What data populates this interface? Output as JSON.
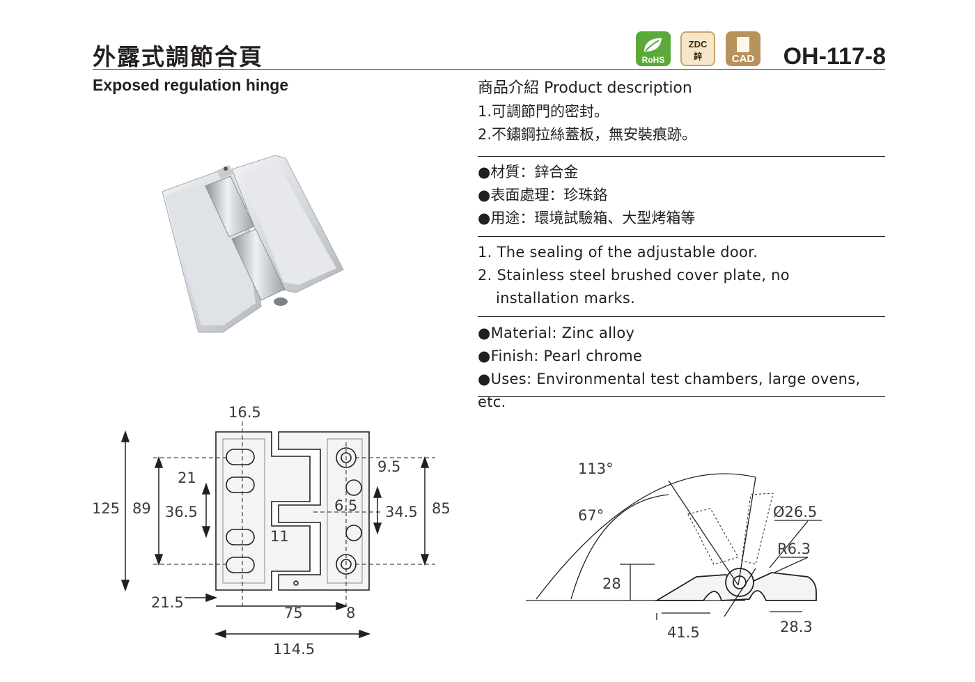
{
  "header": {
    "title_zh": "外露式調節合頁",
    "title_en": "Exposed regulation hinge",
    "product_code": "OH-117-8",
    "badges": {
      "rohs": "RoHS",
      "zdc_line1": "ZDC",
      "zdc_line2": "鋅",
      "cad": "CAD"
    }
  },
  "description": {
    "heading": "商品介紹 Product description",
    "zh_features": [
      "1.可調節門的密封。",
      "2.不鏽鋼拉絲蓋板，無安裝痕跡。"
    ],
    "zh_specs": [
      "●材質：鋅合金",
      "●表面處理：珍珠鉻",
      "●用途：環境試驗箱、大型烤箱等"
    ],
    "en_features": [
      "1. The sealing of the adjustable door.",
      "2. Stainless steel brushed cover plate, no",
      "installation marks."
    ],
    "en_specs": [
      "●Material: Zinc alloy",
      "●Finish: Pearl chrome",
      "●Uses: Environmental test chambers, large ovens, etc."
    ]
  },
  "front_drawing": {
    "dims": {
      "d16_5": "16.5",
      "d125": "125",
      "d89": "89",
      "d36_5": "36.5",
      "d21": "21",
      "d11": "11",
      "d9_5": "9.5",
      "d6_5": "6.5",
      "d34_5": "34.5",
      "d85": "85",
      "d21_5": "21.5",
      "d75": "75",
      "d8": "8",
      "d114_5": "114.5"
    }
  },
  "side_drawing": {
    "dims": {
      "a113": "113°",
      "a67": "67°",
      "dia26_5": "Ø26.5",
      "r6_3": "R6.3",
      "d28": "28",
      "d41_5": "41.5",
      "d28_3": "28.3"
    }
  }
}
